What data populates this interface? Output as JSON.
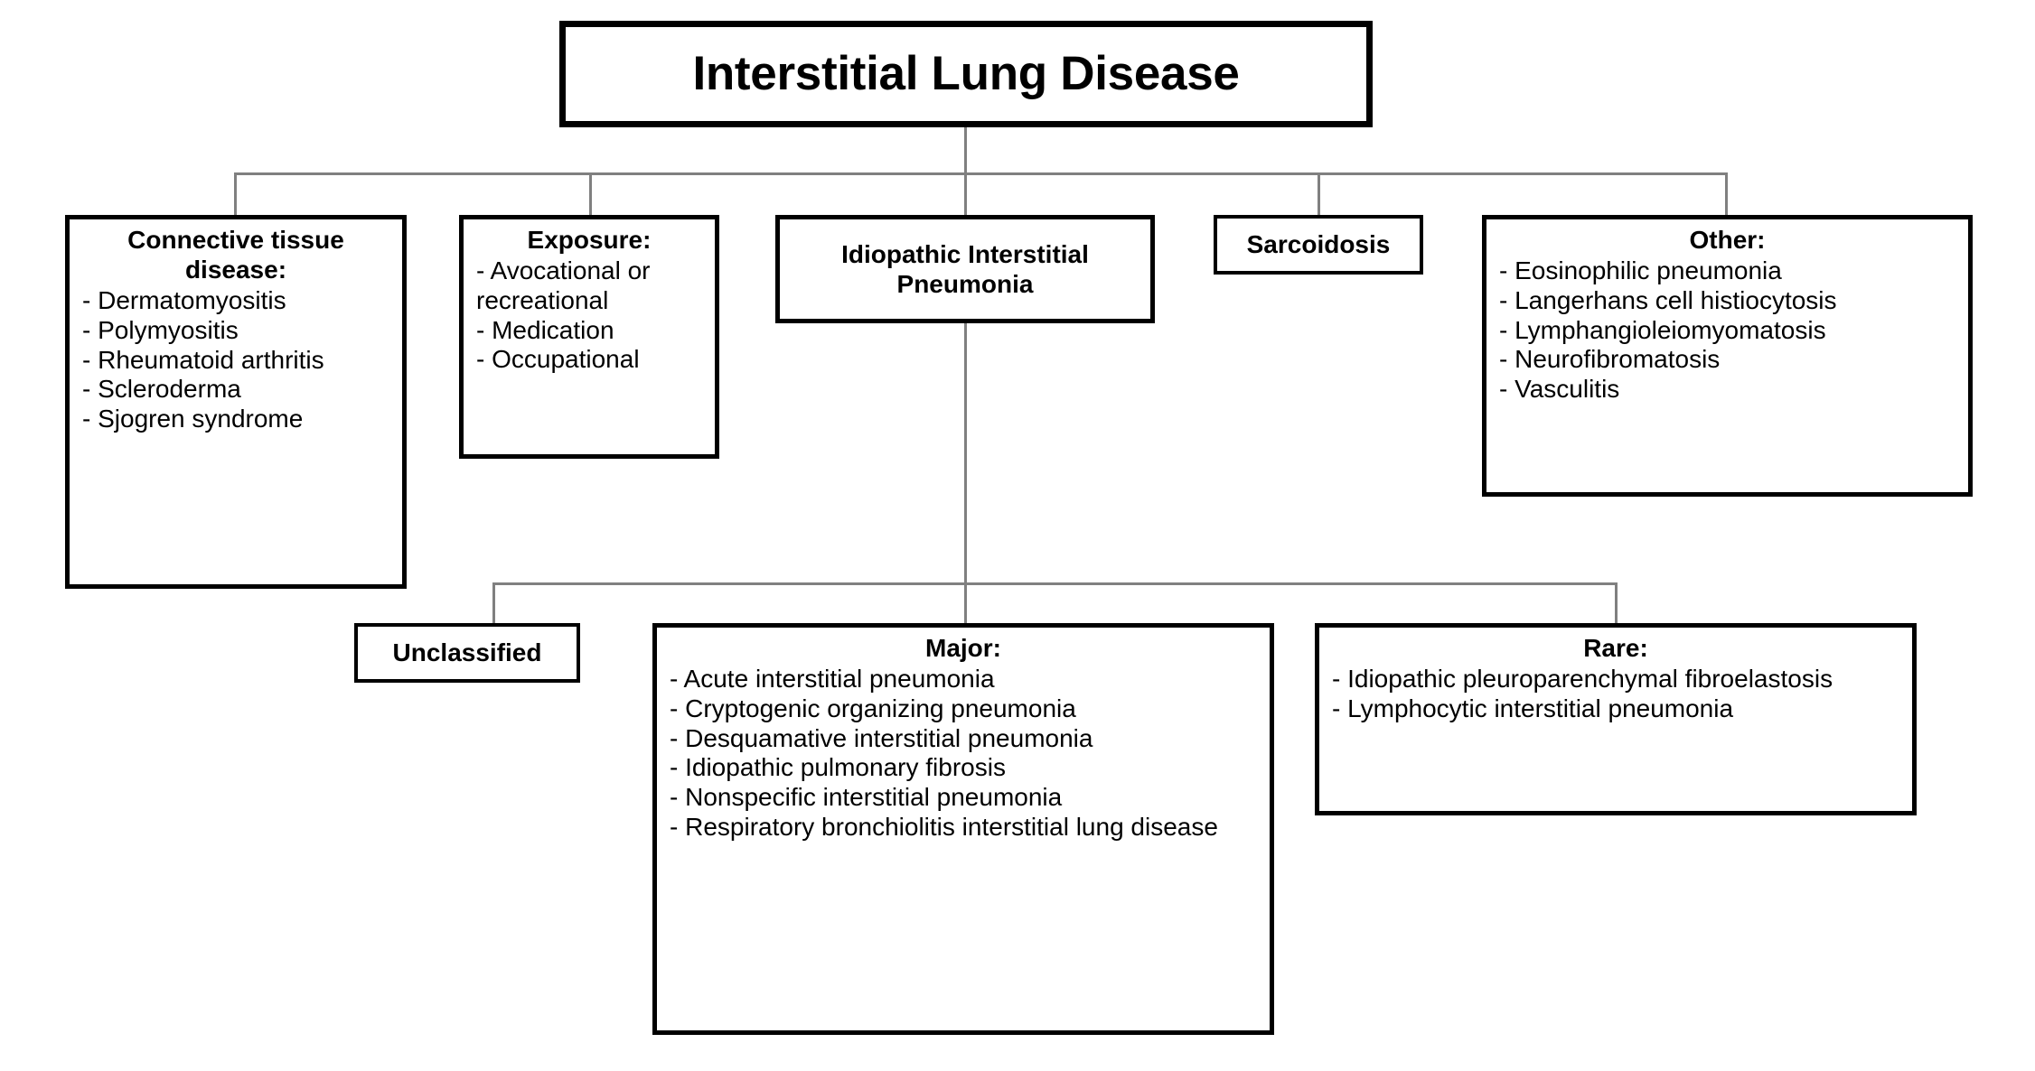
{
  "diagram": {
    "title": "Interstitial Lung Disease",
    "root": {
      "label": "Interstitial Lung Disease"
    },
    "level1": [
      {
        "id": "connective-tissue-disease",
        "title": "Connective tissue disease:",
        "items": [
          "- Dermatomyositis",
          "- Polymyositis",
          "- Rheumatoid arthritis",
          "- Scleroderma",
          "- Sjogren syndrome"
        ]
      },
      {
        "id": "exposure",
        "title": "Exposure:",
        "items": [
          "- Avocational or recreational",
          "- Medication",
          "- Occupational"
        ]
      },
      {
        "id": "idiopathic-interstitial-pneumonia",
        "title": "Idiopathic Interstitial Pneumonia",
        "items": []
      },
      {
        "id": "sarcoidosis",
        "title": "Sarcoidosis",
        "items": []
      },
      {
        "id": "other",
        "title": "Other:",
        "items": [
          "- Eosinophilic pneumonia",
          "- Langerhans cell histiocytosis",
          "- Lymphangioleiomyomatosis",
          "- Neurofibromatosis",
          "- Vasculitis"
        ]
      }
    ],
    "level2": [
      {
        "id": "unclassified",
        "title": "Unclassified",
        "items": []
      },
      {
        "id": "major",
        "title": "Major:",
        "items": [
          "- Acute interstitial pneumonia",
          "- Cryptogenic organizing pneumonia",
          "- Desquamative interstitial pneumonia",
          "- Idiopathic pulmonary fibrosis",
          "- Nonspecific interstitial pneumonia",
          "- Respiratory bronchiolitis interstitial lung disease"
        ]
      },
      {
        "id": "rare",
        "title": "Rare:",
        "items": [
          "- Idiopathic pleuroparenchymal fibroelastosis",
          "- Lymphocytic interstitial pneumonia"
        ]
      }
    ],
    "colors": {
      "box_border": "#000000",
      "connector": "#808080",
      "background": "#ffffff",
      "text": "#000000"
    }
  }
}
